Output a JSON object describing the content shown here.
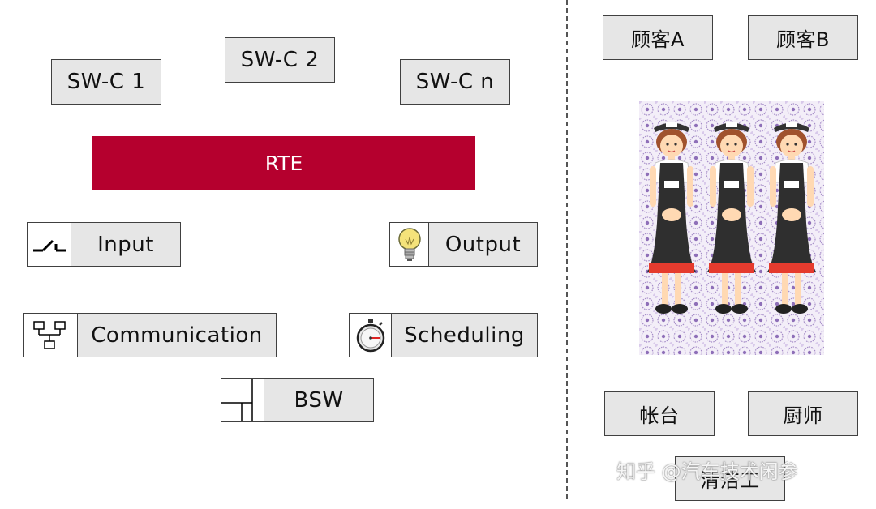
{
  "colors": {
    "rte": "#b5002e",
    "box_fill": "#e6e6e6",
    "border": "#404040"
  },
  "swc": {
    "swc1": "SW-C 1",
    "swc2": "SW-C 2",
    "swcn": "SW-C n"
  },
  "rte": "RTE",
  "modules": {
    "input": "Input",
    "output": "Output",
    "communication": "Communication",
    "scheduling": "Scheduling",
    "bsw": "BSW"
  },
  "icons": {
    "input": "switch-icon",
    "output": "light-bulb-icon",
    "communication": "network-icon",
    "scheduling": "stopwatch-icon",
    "bsw": "layout-icon"
  },
  "restaurant": {
    "customer_a": "顾客A",
    "customer_b": "顾客B",
    "cashier": "帐台",
    "chef": "厨师",
    "cleaner": "清洁工",
    "picture": "three-waitresses-illustration"
  },
  "watermark": "知乎 @汽车技术闲参"
}
